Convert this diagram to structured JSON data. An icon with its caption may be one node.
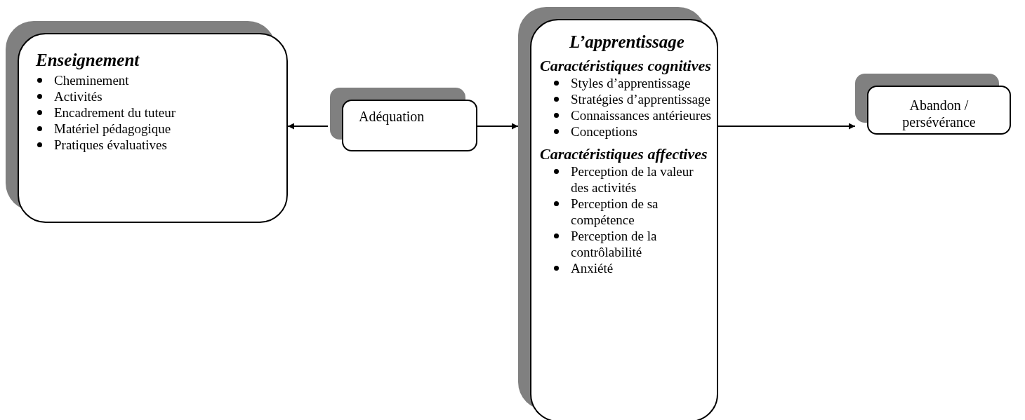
{
  "diagram": {
    "nodes": [
      {
        "text": [
          "Enseignement",
          "Cheminement",
          "Activités",
          "Encadrement du tuteur",
          "Matériel pédagogique",
          "Pratiques évaluatives"
        ]
      },
      {
        "text": [
          "Adéquation"
        ]
      },
      {
        "text": [
          "L’apprentissage",
          "Caractéristiques cognitives",
          "Styles d’apprentissage",
          "Stratégies d’apprentissage",
          "Connaissances antérieures",
          "Conceptions",
          "Caractéristiques affectives",
          "Perception de la valeur des activités",
          "Perception de sa compétence",
          "Perception de la contrôlabilité",
          "Anxiété"
        ]
      },
      {
        "text": [
          "Abandon / persévérance"
        ]
      }
    ],
    "edges": [
      {
        "from": 1,
        "to": 0,
        "arrow": "to"
      },
      {
        "from": 1,
        "to": 2,
        "arrow": "to"
      },
      {
        "from": 2,
        "to": 3,
        "arrow": "to"
      }
    ]
  }
}
